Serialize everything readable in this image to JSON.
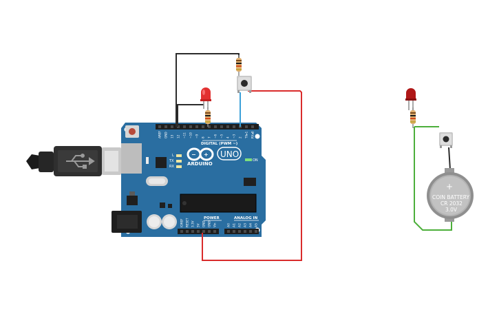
{
  "board": {
    "logo": "ARDUINO",
    "model": "UNO",
    "on_label": "ON",
    "tx_label": "TX",
    "rx_label": "RX",
    "l_label": "L",
    "digital_header": "DIGITAL (PWM ~)",
    "power_header": "POWER",
    "analog_header": "ANALOG IN",
    "top_pins": [
      "AREF",
      "GND",
      "13",
      "12",
      "~11",
      "~10",
      "~9",
      "8",
      "7",
      "~6",
      "~5",
      "4",
      "~3",
      "2",
      "TX▸1",
      "RX◂0"
    ],
    "power_pins": [
      "IOREF",
      "RESET",
      "3.3V",
      "5V",
      "GND",
      "GND",
      "Vin"
    ],
    "analog_pins": [
      "A0",
      "A1",
      "A2",
      "A3",
      "A4",
      "A5"
    ]
  },
  "battery": {
    "plus": "+",
    "line1": "COIN BATTERY",
    "line2": "CR 2032",
    "line3": "3.0V"
  },
  "colors": {
    "board": "#2a6ea1",
    "board_dark": "#1f5a86",
    "wire_red": "#d92b2b",
    "wire_black": "#2b2b2b",
    "wire_blue": "#3aa0d8",
    "wire_green": "#4caf3a",
    "led_red": "#e23030",
    "led_dark_red": "#b01818"
  }
}
